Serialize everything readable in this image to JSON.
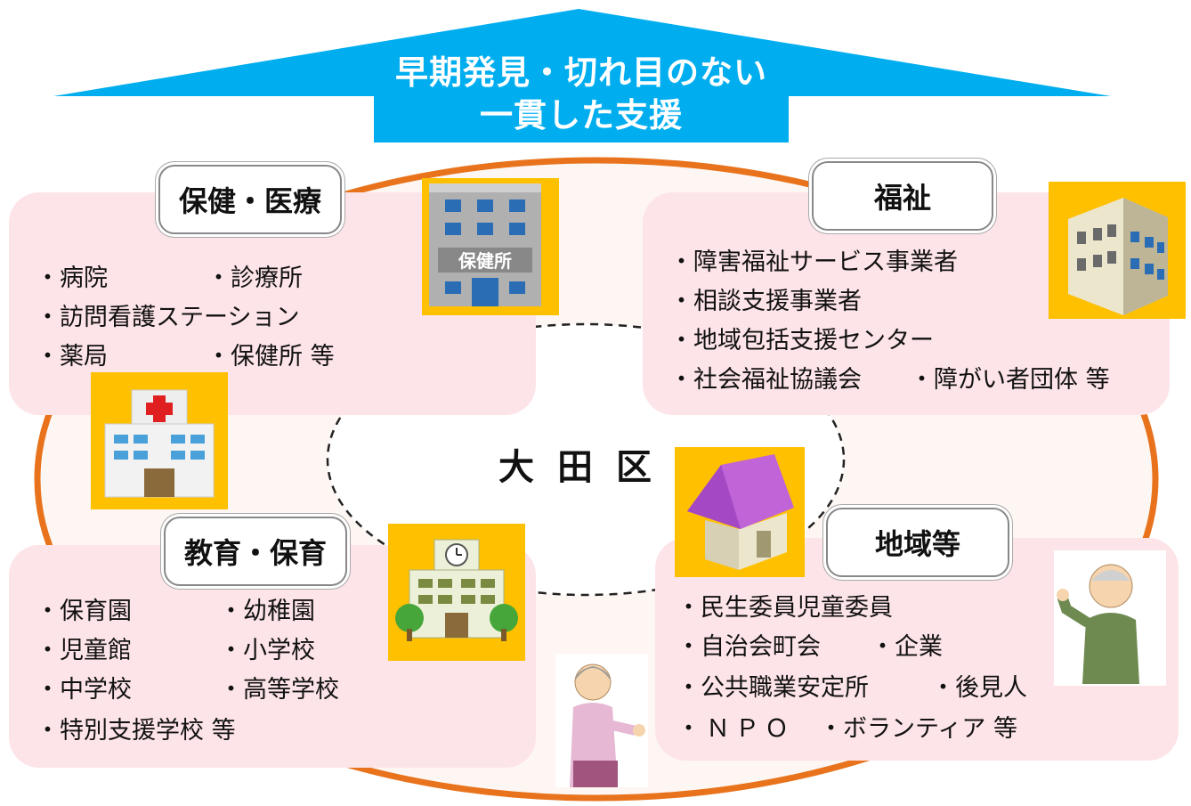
{
  "banner": {
    "line1": "早期発見・切れ目のない",
    "line2": "一貫した支援"
  },
  "center": {
    "label": "大田区"
  },
  "panels": {
    "health": {
      "title": "保健・医療",
      "items": [
        "・病院",
        "・診療所",
        "・訪問看護ステーション",
        "・薬局",
        "・保健所 等"
      ]
    },
    "welfare": {
      "title": "福祉",
      "items": [
        "・障害福祉サービス事業者",
        "・相談支援事業者",
        "・地域包括支援センター",
        "・社会福祉協議会",
        "・障がい者団体 等"
      ]
    },
    "education": {
      "title": "教育・保育",
      "items": [
        "・保育園",
        "・幼稚園",
        "・児童館",
        "・小学校",
        "・中学校",
        "・高等学校",
        "・特別支援学校 等"
      ]
    },
    "community": {
      "title": "地域等",
      "items": [
        "・民生委員児童委員",
        "・自治会町会",
        "・企業",
        "・公共職業安定所",
        "・後見人",
        "・ＮＰＯ",
        "・ボランティア 等"
      ]
    }
  },
  "icons": {
    "health_center_sign": "保健所"
  },
  "colors": {
    "banner": "#00aeef",
    "ring": "#e8731c",
    "panel": "#fde4e8",
    "icon_tile": "#ffc000",
    "house_roof": "#c064d8"
  }
}
